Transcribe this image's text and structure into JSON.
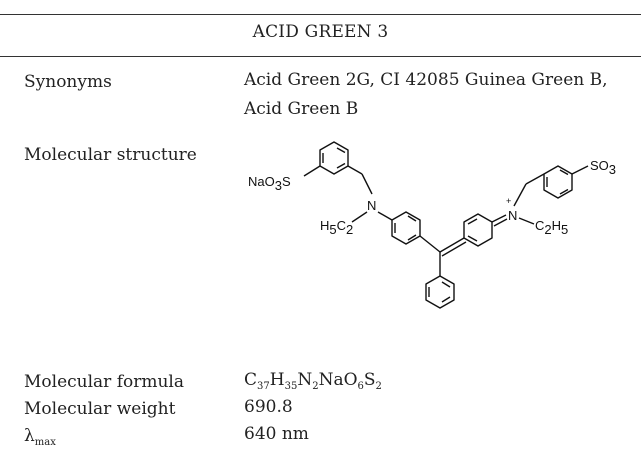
{
  "title": "ACID GREEN 3",
  "rows": {
    "synonyms": {
      "label": "Synonyms",
      "value_line1": "Acid Green 2G, CI 42085 Guinea Green B,",
      "value_line2": "Acid Green B"
    },
    "structure": {
      "label": "Molecular structure",
      "atoms": {
        "na": "NaO",
        "na_sub": "3",
        "na_s": "S",
        "n_left": "N",
        "ethyl_left": "H",
        "ethyl_left_sub1": "5",
        "ethyl_left_c": "C",
        "ethyl_left_sub2": "2",
        "plus": "+",
        "n_right": "N",
        "ethyl_right_c": "C",
        "ethyl_right_sub1": "2",
        "ethyl_right_h": "H",
        "ethyl_right_sub2": "5",
        "so3": "SO",
        "so3_sub": "3"
      }
    },
    "formula": {
      "label": "Molecular formula",
      "parts": [
        {
          "t": "C"
        },
        {
          "s": "37"
        },
        {
          "t": "H"
        },
        {
          "s": "35"
        },
        {
          "t": "N"
        },
        {
          "s": "2"
        },
        {
          "t": "NaO"
        },
        {
          "s": "6"
        },
        {
          "t": "S"
        },
        {
          "s": "2"
        }
      ]
    },
    "weight": {
      "label": "Molecular weight",
      "value": "690.8"
    },
    "lambda": {
      "symbol": "λ",
      "sub": "max",
      "value": "640 nm"
    }
  }
}
